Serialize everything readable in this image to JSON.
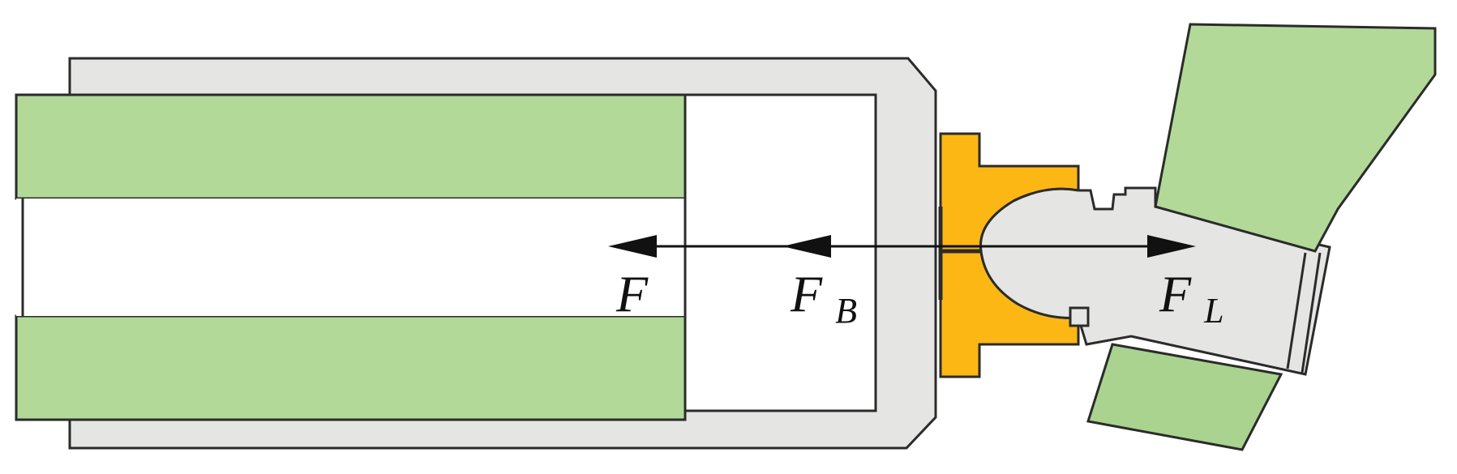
{
  "diagram": {
    "labels": {
      "f": {
        "main": "F",
        "sub": ""
      },
      "fb": {
        "main": "F",
        "sub": "B"
      },
      "fl": {
        "main": "F",
        "sub": "L"
      }
    },
    "colors": {
      "housing_fill": "#e5e6e4",
      "housing_stroke": "#2b2b2b",
      "green_fill": "#b2d998",
      "green_fill_dark": "#a9d38f",
      "orange_fill": "#fdb714",
      "ball_fill": "#e5e6e4",
      "line_color": "#111111"
    },
    "icons": {
      "f_arrow": "arrow-left-icon",
      "fb_arrow": "arrow-left-icon",
      "fl_arrow": "arrow-right-icon"
    }
  }
}
